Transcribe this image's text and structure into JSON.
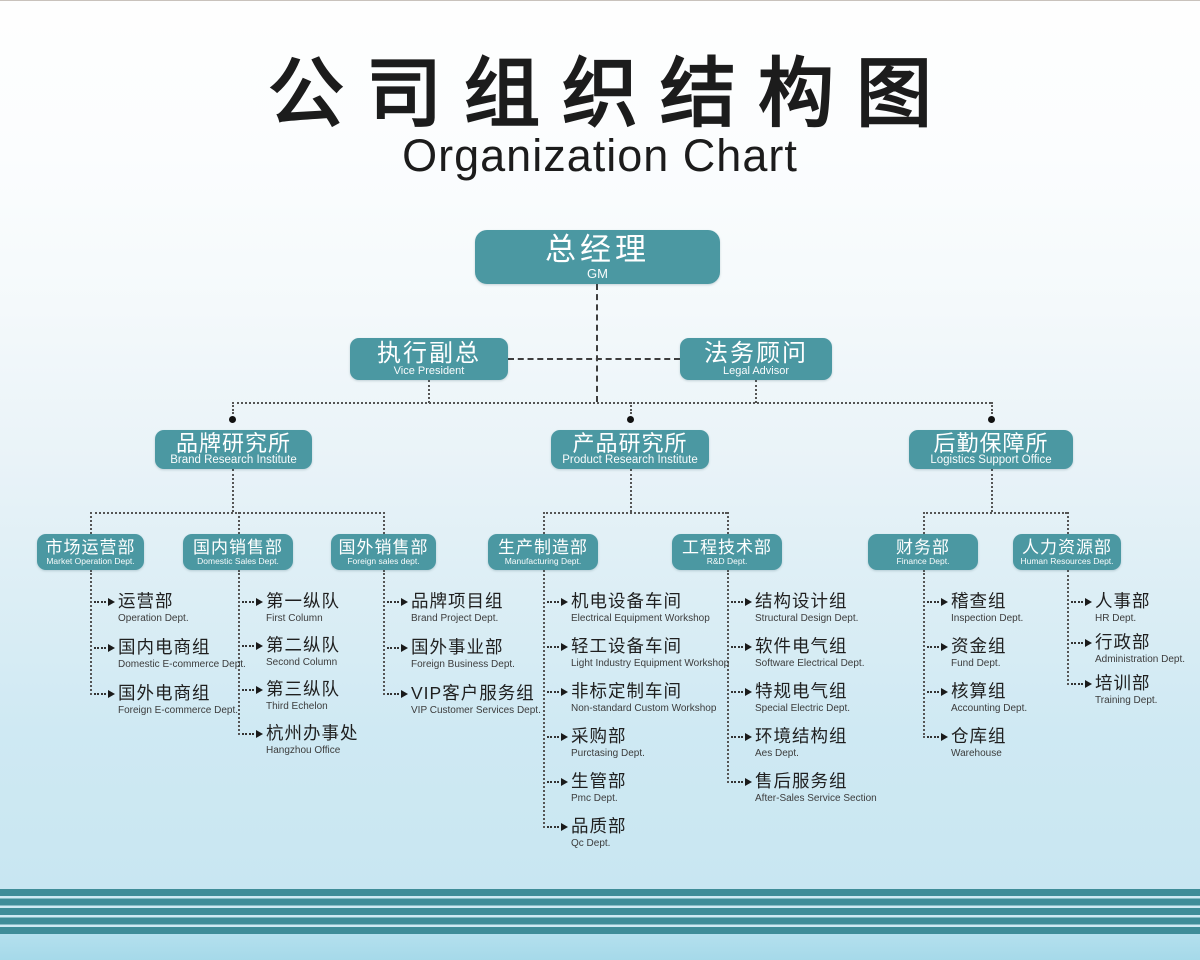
{
  "title": {
    "zh": "公司组织结构图",
    "en": "Organization Chart"
  },
  "colors": {
    "box_teal": "#4b98a2",
    "stripe_teal": "#3f8d99",
    "background_bottom": "#c5e5f1"
  },
  "nodes": {
    "gm": {
      "zh": "总经理",
      "en": "GM"
    },
    "vp": {
      "zh": "执行副总",
      "en": "Vice President"
    },
    "legal": {
      "zh": "法务顾问",
      "en": "Legal Advisor"
    },
    "brand": {
      "zh": "品牌研究所",
      "en": "Brand Research Institute"
    },
    "product": {
      "zh": "产品研究所",
      "en": "Product Research Institute"
    },
    "logistics": {
      "zh": "后勤保障所",
      "en": "Logistics Support Office"
    },
    "market": {
      "zh": "市场运营部",
      "en": "Market Operation Dept."
    },
    "dsales": {
      "zh": "国内销售部",
      "en": "Domestic Sales Dept."
    },
    "fsales": {
      "zh": "国外销售部",
      "en": "Foreign sales dept."
    },
    "mfg": {
      "zh": "生产制造部",
      "en": "Manufacturing Dept."
    },
    "rnd": {
      "zh": "工程技术部",
      "en": "R&D Dept."
    },
    "finance": {
      "zh": "财务部",
      "en": "Finance Dept."
    },
    "hr": {
      "zh": "人力资源部",
      "en": "Human Resources Dept."
    }
  },
  "leaf_lists": {
    "market": [
      {
        "zh": "运营部",
        "en": "Operation Dept."
      },
      {
        "zh": "国内电商组",
        "en": "Domestic E-commerce Dept."
      },
      {
        "zh": "国外电商组",
        "en": "Foreign E-commerce Dept."
      }
    ],
    "dsales": [
      {
        "zh": "第一纵队",
        "en": "First Column"
      },
      {
        "zh": "第二纵队",
        "en": "Second Column"
      },
      {
        "zh": "第三纵队",
        "en": "Third Echelon"
      },
      {
        "zh": "杭州办事处",
        "en": "Hangzhou Office"
      }
    ],
    "fsales": [
      {
        "zh": "品牌项目组",
        "en": "Brand Project Dept."
      },
      {
        "zh": "国外事业部",
        "en": "Foreign Business Dept."
      },
      {
        "zh": "VIP客户服务组",
        "en": "VIP Customer Services Dept."
      }
    ],
    "mfg": [
      {
        "zh": "机电设备车间",
        "en": "Electrical Equipment Workshop"
      },
      {
        "zh": "轻工设备车间",
        "en": "Light Industry Equipment Workshop"
      },
      {
        "zh": "非标定制车间",
        "en": "Non-standard Custom Workshop"
      },
      {
        "zh": "采购部",
        "en": "Purctasing Dept."
      },
      {
        "zh": "生管部",
        "en": "Pmc Dept."
      },
      {
        "zh": "品质部",
        "en": "Qc Dept."
      }
    ],
    "rnd": [
      {
        "zh": "结构设计组",
        "en": "Structural Design Dept."
      },
      {
        "zh": "软件电气组",
        "en": "Software Electrical Dept."
      },
      {
        "zh": "特规电气组",
        "en": "Special Electric Dept."
      },
      {
        "zh": "环境结构组",
        "en": "Aes Dept."
      },
      {
        "zh": "售后服务组",
        "en": "After-Sales Service Section"
      }
    ],
    "finance": [
      {
        "zh": "稽查组",
        "en": "Inspection Dept."
      },
      {
        "zh": "资金组",
        "en": "Fund Dept."
      },
      {
        "zh": "核算组",
        "en": "Accounting Dept."
      },
      {
        "zh": "仓库组",
        "en": "Warehouse"
      }
    ],
    "hr": [
      {
        "zh": "人事部",
        "en": "HR Dept."
      },
      {
        "zh": "行政部",
        "en": "Administration Dept."
      },
      {
        "zh": "培训部",
        "en": "Training Dept."
      }
    ]
  }
}
